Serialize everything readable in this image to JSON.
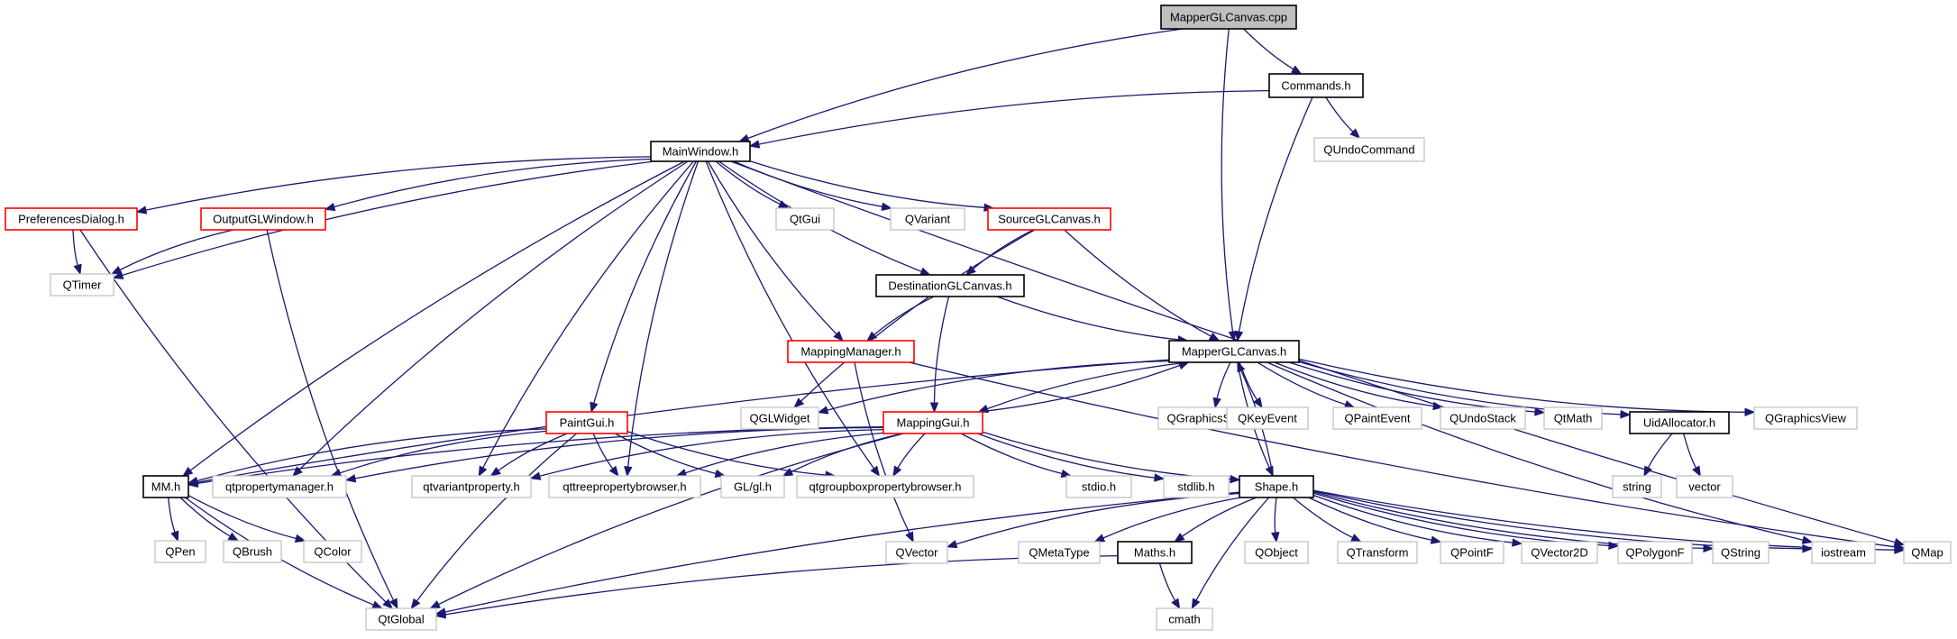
{
  "diagram": {
    "type": "include-dependency-graph",
    "colors": {
      "edge": "#191970",
      "root_fill": "#bfbfbf",
      "documented": "#000000",
      "incomplete": "#ff0000",
      "external": "#bfbfbf"
    },
    "nodes": [
      {
        "id": "MapperGLCanvas_cpp",
        "label": "MapperGLCanvas.cpp",
        "kind": "root"
      },
      {
        "id": "Commands_h",
        "label": "Commands.h",
        "kind": "local"
      },
      {
        "id": "QUndoCommand",
        "label": "QUndoCommand",
        "kind": "sys"
      },
      {
        "id": "MainWindow_h",
        "label": "MainWindow.h",
        "kind": "local"
      },
      {
        "id": "PreferencesDialog_h",
        "label": "PreferencesDialog.h",
        "kind": "red"
      },
      {
        "id": "OutputGLWindow_h",
        "label": "OutputGLWindow.h",
        "kind": "red"
      },
      {
        "id": "QtGui",
        "label": "QtGui",
        "kind": "sys"
      },
      {
        "id": "QVariant",
        "label": "QVariant",
        "kind": "sys"
      },
      {
        "id": "SourceGLCanvas_h",
        "label": "SourceGLCanvas.h",
        "kind": "red"
      },
      {
        "id": "QTimer",
        "label": "QTimer",
        "kind": "sys"
      },
      {
        "id": "DestinationGLCanvas_h",
        "label": "DestinationGLCanvas.h",
        "kind": "local"
      },
      {
        "id": "MappingManager_h",
        "label": "MappingManager.h",
        "kind": "red"
      },
      {
        "id": "MapperGLCanvas_h",
        "label": "MapperGLCanvas.h",
        "kind": "local"
      },
      {
        "id": "QGLWidget",
        "label": "QGLWidget",
        "kind": "sys"
      },
      {
        "id": "MappingGui_h",
        "label": "MappingGui.h",
        "kind": "red"
      },
      {
        "id": "PaintGui_h",
        "label": "PaintGui.h",
        "kind": "red"
      },
      {
        "id": "QGraphicsScene",
        "label": "QGraphicsScene",
        "kind": "sys"
      },
      {
        "id": "QKeyEvent",
        "label": "QKeyEvent",
        "kind": "sys"
      },
      {
        "id": "QPaintEvent",
        "label": "QPaintEvent",
        "kind": "sys"
      },
      {
        "id": "QUndoStack",
        "label": "QUndoStack",
        "kind": "sys"
      },
      {
        "id": "QtMath",
        "label": "QtMath",
        "kind": "sys"
      },
      {
        "id": "UidAllocator_h",
        "label": "UidAllocator.h",
        "kind": "local"
      },
      {
        "id": "QGraphicsView",
        "label": "QGraphicsView",
        "kind": "sys"
      },
      {
        "id": "MM_h",
        "label": "MM.h",
        "kind": "local"
      },
      {
        "id": "qtpropertymanager_h",
        "label": "qtpropertymanager.h",
        "kind": "sys"
      },
      {
        "id": "qtvariantproperty_h",
        "label": "qtvariantproperty.h",
        "kind": "sys"
      },
      {
        "id": "qttreepropertybrowser_h",
        "label": "qttreepropertybrowser.h",
        "kind": "sys"
      },
      {
        "id": "GL_gl_h",
        "label": "GL/gl.h",
        "kind": "sys"
      },
      {
        "id": "qtgroupboxpropertybrowser_h",
        "label": "qtgroupboxpropertybrowser.h",
        "kind": "sys"
      },
      {
        "id": "stdio_h",
        "label": "stdio.h",
        "kind": "sys"
      },
      {
        "id": "stdlib_h",
        "label": "stdlib.h",
        "kind": "sys"
      },
      {
        "id": "Shape_h",
        "label": "Shape.h",
        "kind": "local"
      },
      {
        "id": "string",
        "label": "string",
        "kind": "sys"
      },
      {
        "id": "vector",
        "label": "vector",
        "kind": "sys"
      },
      {
        "id": "QPen",
        "label": "QPen",
        "kind": "sys"
      },
      {
        "id": "QBrush",
        "label": "QBrush",
        "kind": "sys"
      },
      {
        "id": "QColor",
        "label": "QColor",
        "kind": "sys"
      },
      {
        "id": "QVector",
        "label": "QVector",
        "kind": "sys"
      },
      {
        "id": "QMetaType",
        "label": "QMetaType",
        "kind": "sys"
      },
      {
        "id": "Maths_h",
        "label": "Maths.h",
        "kind": "local"
      },
      {
        "id": "QObject",
        "label": "QObject",
        "kind": "sys"
      },
      {
        "id": "QTransform",
        "label": "QTransform",
        "kind": "sys"
      },
      {
        "id": "QPointF",
        "label": "QPointF",
        "kind": "sys"
      },
      {
        "id": "QVector2D",
        "label": "QVector2D",
        "kind": "sys"
      },
      {
        "id": "QPolygonF",
        "label": "QPolygonF",
        "kind": "sys"
      },
      {
        "id": "QString",
        "label": "QString",
        "kind": "sys"
      },
      {
        "id": "iostream",
        "label": "iostream",
        "kind": "sys"
      },
      {
        "id": "QMap",
        "label": "QMap",
        "kind": "sys"
      },
      {
        "id": "QtGlobal",
        "label": "QtGlobal",
        "kind": "sys"
      },
      {
        "id": "cmath",
        "label": "cmath",
        "kind": "sys"
      }
    ],
    "edges": [
      [
        "MapperGLCanvas_cpp",
        "MainWindow_h"
      ],
      [
        "MapperGLCanvas_cpp",
        "Commands_h"
      ],
      [
        "MapperGLCanvas_cpp",
        "MapperGLCanvas_h"
      ],
      [
        "Commands_h",
        "MainWindow_h"
      ],
      [
        "Commands_h",
        "QUndoCommand"
      ],
      [
        "Commands_h",
        "MapperGLCanvas_h"
      ],
      [
        "MainWindow_h",
        "PreferencesDialog_h"
      ],
      [
        "MainWindow_h",
        "QTimer"
      ],
      [
        "MainWindow_h",
        "OutputGLWindow_h"
      ],
      [
        "MainWindow_h",
        "MM_h"
      ],
      [
        "MainWindow_h",
        "qtpropertymanager_h"
      ],
      [
        "MainWindow_h",
        "qtvariantproperty_h"
      ],
      [
        "MainWindow_h",
        "PaintGui_h"
      ],
      [
        "MainWindow_h",
        "qttreepropertybrowser_h"
      ],
      [
        "MainWindow_h",
        "qtgroupboxpropertybrowser_h"
      ],
      [
        "MainWindow_h",
        "MappingManager_h"
      ],
      [
        "MainWindow_h",
        "QtGui"
      ],
      [
        "MainWindow_h",
        "QVariant"
      ],
      [
        "MainWindow_h",
        "SourceGLCanvas_h"
      ],
      [
        "MainWindow_h",
        "DestinationGLCanvas_h"
      ],
      [
        "MainWindow_h",
        "QMap"
      ],
      [
        "PreferencesDialog_h",
        "QTimer"
      ],
      [
        "PreferencesDialog_h",
        "QtGlobal"
      ],
      [
        "OutputGLWindow_h",
        "QTimer"
      ],
      [
        "OutputGLWindow_h",
        "QtGlobal"
      ],
      [
        "SourceGLCanvas_h",
        "DestinationGLCanvas_h"
      ],
      [
        "SourceGLCanvas_h",
        "MapperGLCanvas_h"
      ],
      [
        "SourceGLCanvas_h",
        "QGLWidget"
      ],
      [
        "DestinationGLCanvas_h",
        "MappingManager_h"
      ],
      [
        "DestinationGLCanvas_h",
        "MappingGui_h"
      ],
      [
        "DestinationGLCanvas_h",
        "MapperGLCanvas_h"
      ],
      [
        "MappingManager_h",
        "QVector"
      ],
      [
        "MappingManager_h",
        "QMap"
      ],
      [
        "MapperGLCanvas_h",
        "MM_h"
      ],
      [
        "MapperGLCanvas_h",
        "QGLWidget"
      ],
      [
        "MapperGLCanvas_h",
        "MappingGui_h"
      ],
      [
        "MapperGLCanvas_h",
        "Shape_h"
      ],
      [
        "MapperGLCanvas_h",
        "QGraphicsScene"
      ],
      [
        "MapperGLCanvas_h",
        "QKeyEvent"
      ],
      [
        "MapperGLCanvas_h",
        "QPaintEvent"
      ],
      [
        "MapperGLCanvas_h",
        "QUndoStack"
      ],
      [
        "MapperGLCanvas_h",
        "QtMath"
      ],
      [
        "MapperGLCanvas_h",
        "UidAllocator_h"
      ],
      [
        "MapperGLCanvas_h",
        "QGraphicsView"
      ],
      [
        "MapperGLCanvas_h",
        "iostream"
      ],
      [
        "MappingGui_h",
        "MapperGLCanvas_h"
      ],
      [
        "MappingGui_h",
        "MM_h"
      ],
      [
        "MappingGui_h",
        "qtpropertymanager_h"
      ],
      [
        "MappingGui_h",
        "qtvariantproperty_h"
      ],
      [
        "MappingGui_h",
        "qttreepropertybrowser_h"
      ],
      [
        "MappingGui_h",
        "GL_gl_h"
      ],
      [
        "MappingGui_h",
        "qtgroupboxpropertybrowser_h"
      ],
      [
        "MappingGui_h",
        "stdio_h"
      ],
      [
        "MappingGui_h",
        "stdlib_h"
      ],
      [
        "MappingGui_h",
        "Shape_h"
      ],
      [
        "MappingGui_h",
        "QtGlobal"
      ],
      [
        "PaintGui_h",
        "MM_h"
      ],
      [
        "PaintGui_h",
        "qtpropertymanager_h"
      ],
      [
        "PaintGui_h",
        "qtvariantproperty_h"
      ],
      [
        "PaintGui_h",
        "qttreepropertybrowser_h"
      ],
      [
        "PaintGui_h",
        "GL_gl_h"
      ],
      [
        "PaintGui_h",
        "qtgroupboxpropertybrowser_h"
      ],
      [
        "PaintGui_h",
        "QtGlobal"
      ],
      [
        "Shape_h",
        "MapperGLCanvas_h"
      ],
      [
        "Shape_h",
        "QVector"
      ],
      [
        "Shape_h",
        "QMetaType"
      ],
      [
        "Shape_h",
        "Maths_h"
      ],
      [
        "Shape_h",
        "QObject"
      ],
      [
        "Shape_h",
        "QTransform"
      ],
      [
        "Shape_h",
        "QPointF"
      ],
      [
        "Shape_h",
        "QVector2D"
      ],
      [
        "Shape_h",
        "QPolygonF"
      ],
      [
        "Shape_h",
        "QString"
      ],
      [
        "Shape_h",
        "iostream"
      ],
      [
        "Shape_h",
        "QMap"
      ],
      [
        "Shape_h",
        "QtGlobal"
      ],
      [
        "Shape_h",
        "cmath"
      ],
      [
        "UidAllocator_h",
        "string"
      ],
      [
        "UidAllocator_h",
        "vector"
      ],
      [
        "MM_h",
        "QPen"
      ],
      [
        "MM_h",
        "QBrush"
      ],
      [
        "MM_h",
        "QColor"
      ],
      [
        "MM_h",
        "QtGlobal"
      ],
      [
        "Maths_h",
        "QtGlobal"
      ],
      [
        "Maths_h",
        "cmath"
      ]
    ]
  }
}
